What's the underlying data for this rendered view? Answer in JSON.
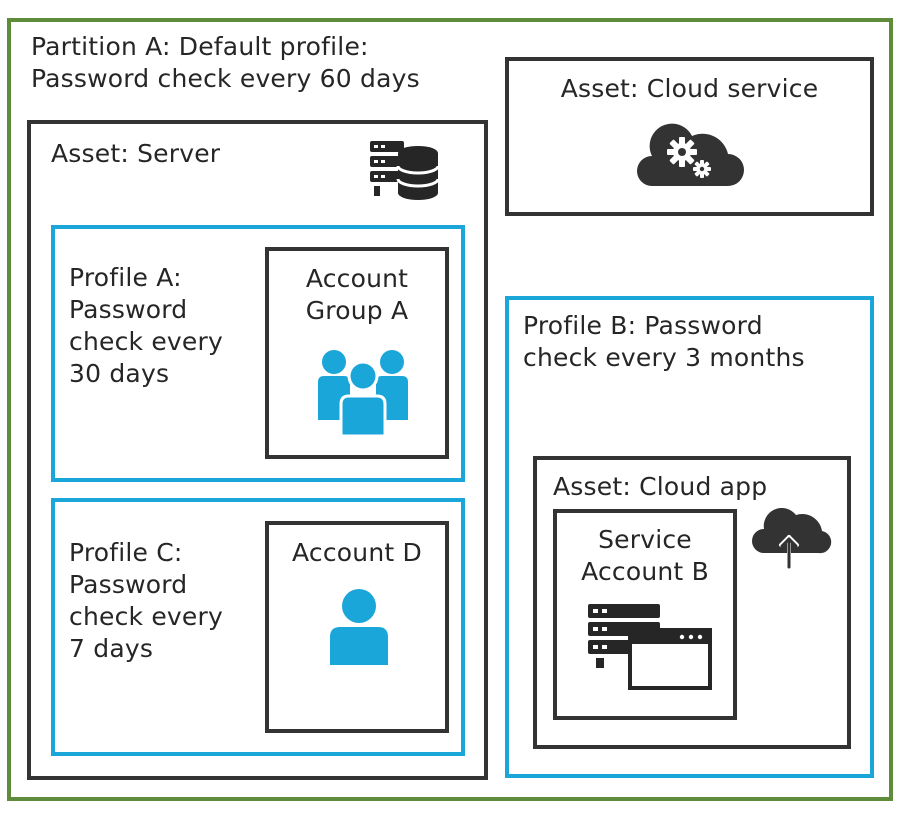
{
  "partition": {
    "label": "Partition A: Default profile:\nPassword check every 60 days"
  },
  "server": {
    "label": "Asset: Server",
    "icon": "server-database-icon"
  },
  "cloud_service": {
    "label": "Asset: Cloud service",
    "icon": "cloud-gears-icon"
  },
  "profile_a": {
    "label": "Profile A:\nPassword\ncheck every\n30 days"
  },
  "account_group_a": {
    "label": "Account\nGroup A",
    "icon": "user-group-icon"
  },
  "profile_c": {
    "label": "Profile C:\nPassword\ncheck every\n7 days"
  },
  "account_d": {
    "label": "Account D",
    "icon": "user-icon"
  },
  "profile_b": {
    "label": "Profile B: Password\ncheck every 3 months"
  },
  "cloud_app": {
    "label": "Asset: Cloud app",
    "icon": "cloud-upload-icon"
  },
  "service_account_b": {
    "label": "Service\nAccount B",
    "icon": "server-window-icon"
  },
  "colors": {
    "partition_border": "#5e8c3a",
    "asset_border": "#333333",
    "profile_border": "#1aa6d9",
    "user_icon": "#1aa6d9"
  }
}
